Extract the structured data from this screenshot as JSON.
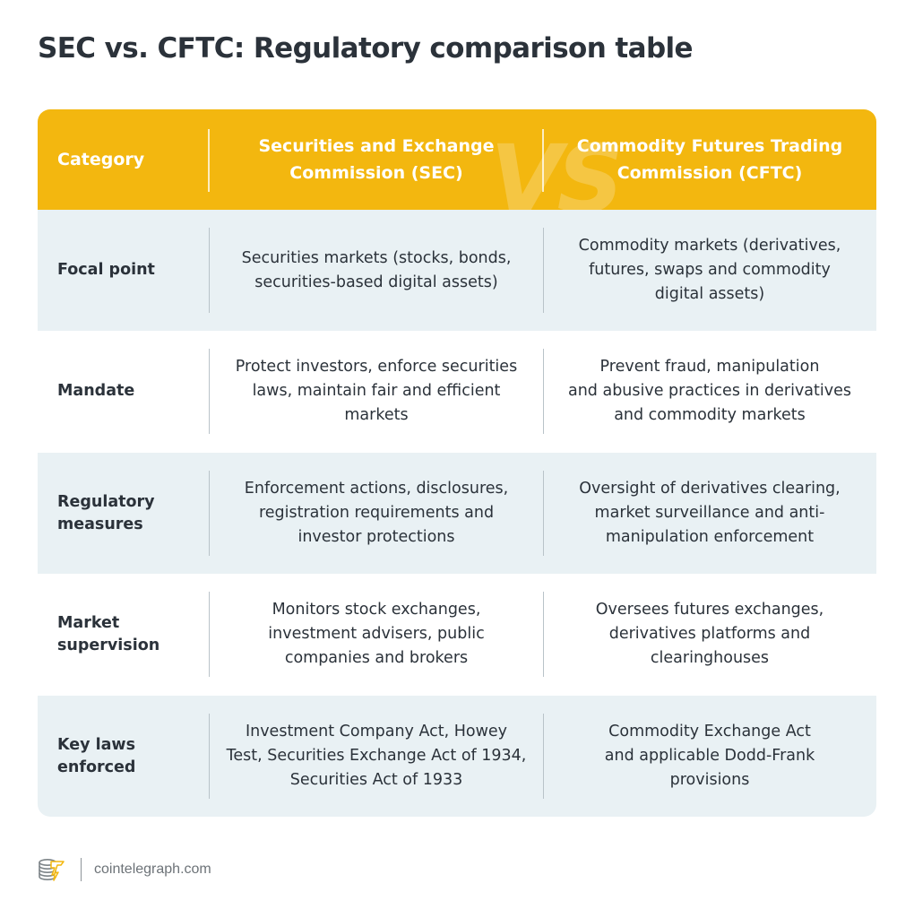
{
  "title": "SEC vs. CFTC: Regulatory comparison table",
  "colors": {
    "header_bg": "#f3b70f",
    "header_text": "#ffffff",
    "row_alt_bg": "#e9f1f4",
    "row_plain_bg": "#ffffff",
    "text": "#2b323a"
  },
  "table": {
    "watermark": "VS",
    "headers": {
      "category": "Category",
      "sec": "Securities and Exchange\nCommission (SEC)",
      "cftc": "Commodity Futures Trading\nCommission (CFTC)"
    },
    "rows": [
      {
        "category": "Focal point",
        "sec": "Securities markets (stocks, bonds,\nsecurities-based digital assets)",
        "cftc": "Commodity markets (derivatives,\nfutures, swaps and commodity\ndigital assets)"
      },
      {
        "category": "Mandate",
        "sec": "Protect investors, enforce securities\nlaws, maintain fair and efficient\nmarkets",
        "cftc": "Prevent fraud, manipulation\nand abusive practices in derivatives\nand commodity markets"
      },
      {
        "category": "Regulatory\nmeasures",
        "sec": "Enforcement actions, disclosures,\nregistration requirements and\ninvestor protections",
        "cftc": "Oversight of derivatives clearing,\nmarket surveillance and anti-\nmanipulation enforcement"
      },
      {
        "category": "Market\nsupervision",
        "sec": "Monitors stock exchanges,\ninvestment advisers, public\ncompanies and brokers",
        "cftc": "Oversees futures exchanges,\nderivatives platforms and\nclearinghouses"
      },
      {
        "category": "Key laws\nenforced",
        "sec": "Investment Company Act, Howey\nTest, Securities Exchange Act of 1934,\nSecurities Act of 1933",
        "cftc": "Commodity Exchange Act\nand applicable Dodd-Frank\nprovisions"
      }
    ]
  },
  "footer": {
    "logo_icon": "cointelegraph-coin-logo-icon",
    "site": "cointelegraph.com"
  }
}
